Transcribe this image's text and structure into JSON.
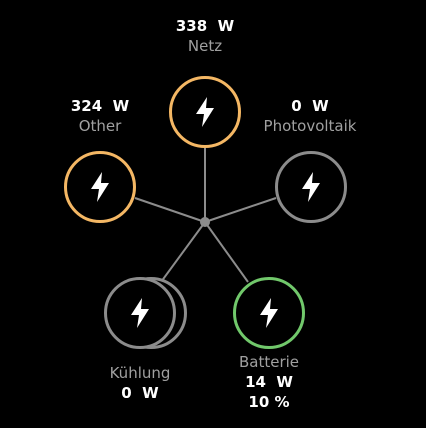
{
  "colors": {
    "background": "#000000",
    "connector": "#8c8c8c",
    "hub": "#8c8c8c",
    "active_ring": "#f4b764",
    "battery_ring": "#71c86b",
    "idle_ring": "#8c8c8c",
    "icon": "#ffffff",
    "value_text": "#ffffff",
    "name_text": "#a0a0a0"
  },
  "nodes": {
    "netz": {
      "name": "Netz",
      "power": "338  W",
      "ring_color": "#f4b764",
      "icon": "lightning-icon"
    },
    "other": {
      "name": "Other",
      "power": "324  W",
      "ring_color": "#f4b764",
      "icon": "lightning-icon"
    },
    "photovoltaik": {
      "name": "Photovoltaik",
      "power": "0  W",
      "ring_color": "#8c8c8c",
      "icon": "lightning-icon"
    },
    "kuehlung": {
      "name": "Kühlung",
      "power": "0  W",
      "ring_color": "#8c8c8c",
      "icon": "lightning-icon"
    },
    "batterie": {
      "name": "Batterie",
      "power": "14  W",
      "charge": "10 %",
      "ring_color": "#71c86b",
      "icon": "lightning-icon"
    }
  }
}
